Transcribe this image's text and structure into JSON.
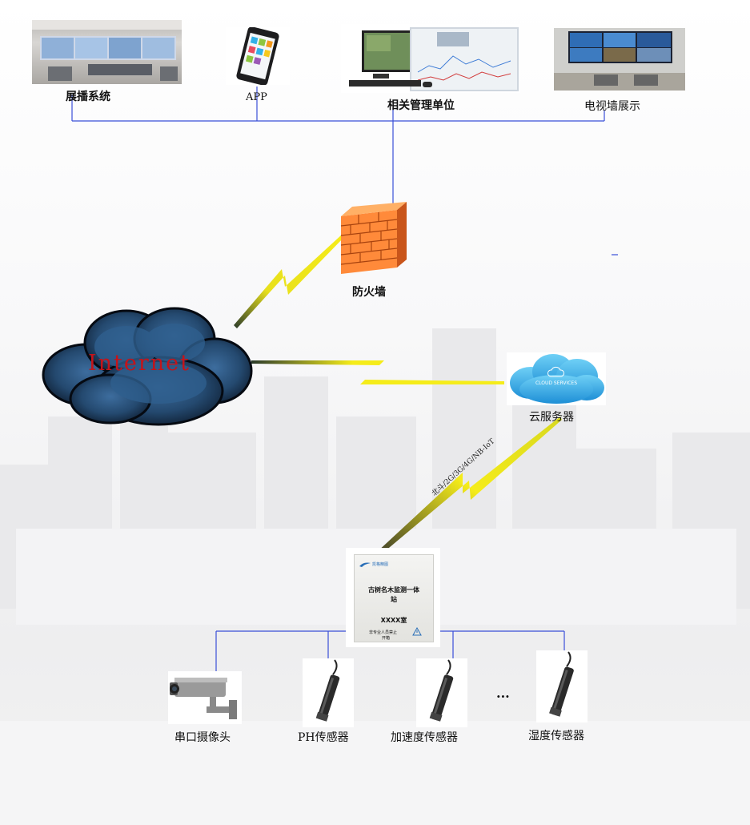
{
  "top_nodes": {
    "display_system": "展播系统",
    "app": "APP",
    "management_unit": "相关管理单位",
    "tv_wall": "电视墙展示"
  },
  "firewall": {
    "label": "防火墙"
  },
  "internet": {
    "label": "Internet"
  },
  "cloud": {
    "label": "云服务器",
    "logo_text": "CLOUD SERVICES"
  },
  "link_label": "北斗/2G/3G/4G/NB-IoT",
  "station": {
    "brand": "凯格精图",
    "title_line1": "古树名木监测一体",
    "title_line2": "站",
    "room": "XXXX室",
    "warning_line1": "非专业人员禁止",
    "warning_line2": "开箱"
  },
  "sensors": {
    "camera": "串口摄像头",
    "ph": "PH传感器",
    "accel": "加速度传感器",
    "humidity": "湿度传感器",
    "ellipsis": "..."
  },
  "colors": {
    "connector_line": "#3a4fd8",
    "lightning_yellow": "#f5ec1a",
    "firewall_orange": "#f07a2a",
    "cloud_blue": "#2aa0e0",
    "internet_text": "#c4141a"
  }
}
